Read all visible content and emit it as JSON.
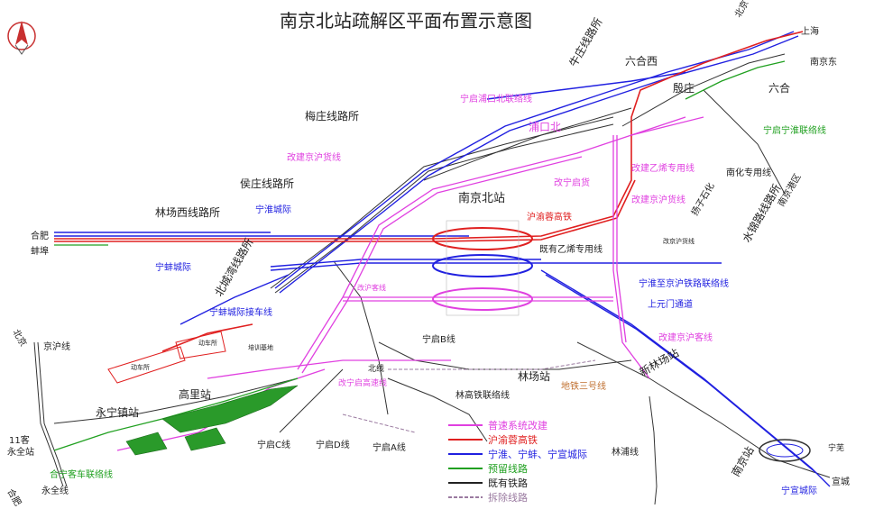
{
  "title": "南京北站疏解区平面布置示意图",
  "legend": [
    {
      "label": "普速系统改建",
      "color": "#e040e0",
      "style": "solid"
    },
    {
      "label": "沪渝蓉高铁",
      "color": "#e02020",
      "style": "solid"
    },
    {
      "label": "宁淮、宁蚌、宁宣城际",
      "color": "#2020e0",
      "style": "solid"
    },
    {
      "label": "预留线路",
      "color": "#20a020",
      "style": "solid"
    },
    {
      "label": "既有铁路",
      "color": "#222222",
      "style": "solid"
    },
    {
      "label": "拆除线路",
      "color": "#9a7aa0",
      "style": "dashed"
    }
  ],
  "labels": {
    "beijing_top": "北京",
    "shanghai": "上海",
    "nanjing_east": "南京东",
    "liuhexi": "六合西",
    "liuhe": "六合",
    "yinzhuang": "殷庄",
    "niuzhuang": "牛庄线路所",
    "ningqi_pukou": "宁启浦口北联络线",
    "pukoubei": "浦口北",
    "ningqi_ninghuai": "宁启宁淮联络线",
    "nanhua": "南化专用线",
    "gaixin_jinghu_top": "改建京沪货线",
    "meizhuang": "梅庄线路所",
    "houzhuang": "侯庄线路所",
    "linchangxi": "林场西线路所",
    "ninghuai_chengji": "宁淮城际",
    "hefei": "合肥",
    "bengbu": "蚌埠",
    "ningbeng_chengji": "宁蚌城际",
    "beichengshuang": "北城湾线路所",
    "ningbeng_jieche": "宁蚌城际接车线",
    "nanjingbei": "南京北站",
    "huyurong": "沪渝蓉高铁",
    "gaiqi_huo": "改宁启货",
    "jiyou_yixi": "既有乙烯专用线",
    "gaijian_yixi": "改建乙烯专用线",
    "gaijian_jinghu_huo": "改建京沪货线",
    "jiangzi_dushiyun": "扬子石化",
    "shuiganglu": "水锦路线路所",
    "nanjinggangqu": "南京港区",
    "gaijing_label": "改京沪货线",
    "ninghuai_zhi_jinghu": "宁淮至京沪铁路联络线",
    "shangyuanmen": "上元门通道",
    "gaijian_jinghu_ke": "改建京沪客线",
    "xinlinchang": "新林场站",
    "ningqi_b": "宁启B线",
    "linchang_station": "林场站",
    "linchang_gaotie": "林高铁联络线",
    "ditie": "地铁三号线",
    "ningqi_c": "宁启C线",
    "ningqi_d": "宁启D线",
    "ningqi_a": "宁启A线",
    "gaiqi_gaosu": "改宁启高速线",
    "jinghu_line": "京沪线",
    "beijing_left": "北京",
    "yongning": "永宁镇站",
    "gaoli": "高里站",
    "yongquan": "永全线",
    "ke11": "11客",
    "yongquanzhan": "永全站",
    "hefei_left": "合肥",
    "ningning": "合宁客车联络线",
    "dongchesuo": "动车所",
    "dongchesuo2": "动车所",
    "peixunjidi": "培训基地",
    "linchang_line": "林浦线",
    "nanjing": "南京站",
    "ningxuan": "宁宣城际",
    "xuancheng": "宣城",
    "guangtong": "宁芜",
    "beixie": "北线",
    "gaoxian": "改沪客线"
  }
}
